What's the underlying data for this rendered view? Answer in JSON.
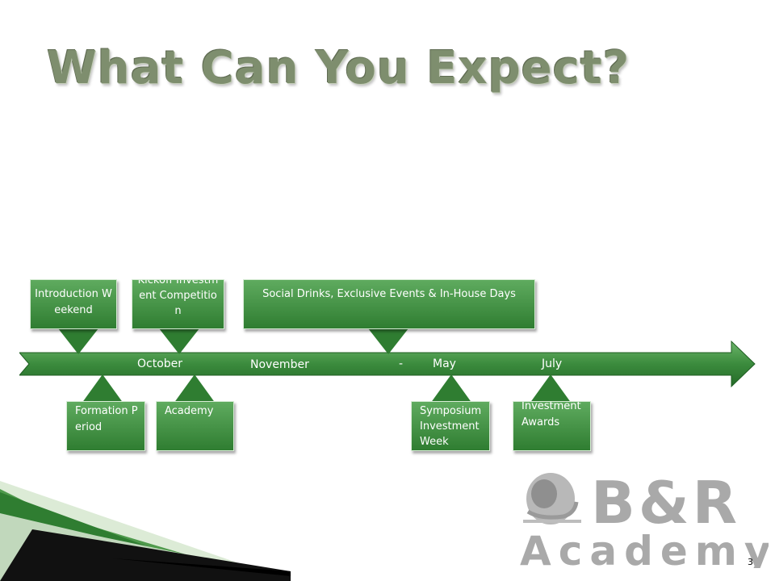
{
  "slide": {
    "title": "What Can You Expect?",
    "page_number": "3"
  },
  "timeline": {
    "months": {
      "october": "October",
      "november": "November",
      "dash": "-",
      "may": "May",
      "july": "July"
    },
    "top_events": {
      "introduction": "Introduction Weekend",
      "kickoff": "Kickoff Investment Competition",
      "social": "Social Drinks, Exclusive Events & In-House Days"
    },
    "bottom_events": {
      "formation": "Formation Period",
      "academy": "Academy",
      "symposium": "Symposium Investment Week",
      "awards": "Investment Awards"
    }
  },
  "colors": {
    "accent_green": "#2f7d31",
    "title_gray_green": "#7e8e6e",
    "logo_gray": "#a9a9a9"
  },
  "logo": {
    "line1": "B&R",
    "line2": "Academy",
    "icon": "bull-and-bear-statue-icon"
  }
}
